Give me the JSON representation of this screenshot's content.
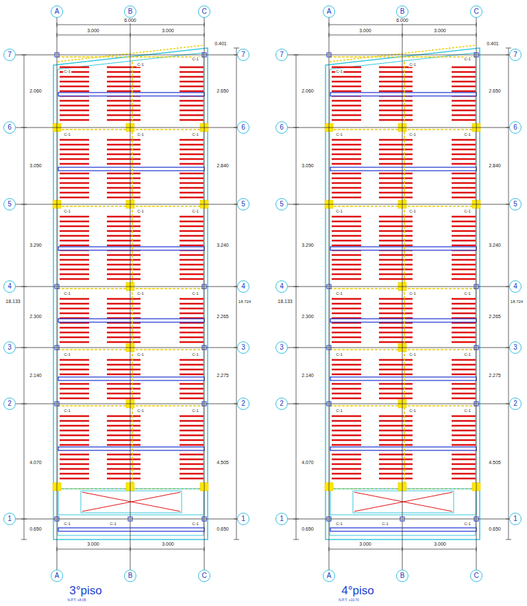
{
  "diagram": {
    "nodes": [
      {
        "text": [
          "A"
        ]
      },
      {
        "text": [
          "B"
        ]
      },
      {
        "text": [
          "C"
        ]
      },
      {
        "text": [
          "7"
        ]
      },
      {
        "text": [
          "6"
        ]
      },
      {
        "text": [
          "5"
        ]
      },
      {
        "text": [
          "4"
        ]
      },
      {
        "text": [
          "3"
        ]
      },
      {
        "text": [
          "2"
        ]
      },
      {
        "text": [
          "1"
        ]
      },
      {
        "text": [
          "7"
        ]
      },
      {
        "text": [
          "6"
        ]
      },
      {
        "text": [
          "5"
        ]
      },
      {
        "text": [
          "4"
        ]
      },
      {
        "text": [
          "3"
        ]
      },
      {
        "text": [
          "2"
        ]
      },
      {
        "text": [
          "1"
        ]
      },
      {
        "text": [
          "A"
        ]
      },
      {
        "text": [
          "B"
        ]
      },
      {
        "text": [
          "C"
        ]
      },
      {
        "text": [
          "A"
        ]
      },
      {
        "text": [
          "B"
        ]
      },
      {
        "text": [
          "C"
        ]
      },
      {
        "text": [
          "7"
        ]
      },
      {
        "text": [
          "6"
        ]
      },
      {
        "text": [
          "5"
        ]
      },
      {
        "text": [
          "4"
        ]
      },
      {
        "text": [
          "3"
        ]
      },
      {
        "text": [
          "2"
        ]
      },
      {
        "text": [
          "1"
        ]
      },
      {
        "text": [
          "7"
        ]
      },
      {
        "text": [
          "6"
        ]
      },
      {
        "text": [
          "5"
        ]
      },
      {
        "text": [
          "4"
        ]
      },
      {
        "text": [
          "3"
        ]
      },
      {
        "text": [
          "2"
        ]
      },
      {
        "text": [
          "1"
        ]
      },
      {
        "text": [
          "A"
        ]
      },
      {
        "text": [
          "B"
        ]
      },
      {
        "text": [
          "C"
        ]
      }
    ],
    "edges": [
      {
        "from": 0,
        "to": 17,
        "arrow": "none"
      },
      {
        "from": 1,
        "to": 18,
        "arrow": "none"
      },
      {
        "from": 2,
        "to": 19,
        "arrow": "none"
      },
      {
        "from": 3,
        "to": 10,
        "arrow": "none"
      },
      {
        "from": 4,
        "to": 11,
        "arrow": "none"
      },
      {
        "from": 5,
        "to": 12,
        "arrow": "none"
      },
      {
        "from": 6,
        "to": 13,
        "arrow": "none"
      },
      {
        "from": 7,
        "to": 14,
        "arrow": "none"
      },
      {
        "from": 8,
        "to": 15,
        "arrow": "none"
      },
      {
        "from": 9,
        "to": 16,
        "arrow": "none"
      },
      {
        "from": 20,
        "to": 37,
        "arrow": "none"
      },
      {
        "from": 21,
        "to": 38,
        "arrow": "none"
      },
      {
        "from": 22,
        "to": 39,
        "arrow": "none"
      },
      {
        "from": 23,
        "to": 30,
        "arrow": "none"
      },
      {
        "from": 24,
        "to": 31,
        "arrow": "none"
      },
      {
        "from": 25,
        "to": 32,
        "arrow": "none"
      },
      {
        "from": 26,
        "to": 33,
        "arrow": "none"
      },
      {
        "from": 27,
        "to": 34,
        "arrow": "none"
      },
      {
        "from": 28,
        "to": 35,
        "arrow": "none"
      },
      {
        "from": 29,
        "to": 36,
        "arrow": "none"
      }
    ],
    "labels": [
      "3°piso",
      "N.P.T. +8.05",
      "6.000",
      "3.000",
      "3.000",
      "0.401",
      "2.060",
      "3.050",
      "3.290",
      "2.300",
      "2.140",
      "4.070",
      "0.650",
      "18.133",
      "2.650",
      "2.840",
      "3.240",
      "2.265",
      "2.275",
      "4.505",
      "0.650",
      "18.724",
      "3.000",
      "3.000",
      "C-1",
      "C-1",
      "C-1",
      "C-1",
      "C-1",
      "C-1",
      "C-1",
      "C-1",
      "C-1",
      "C-1",
      "C-1",
      "C-1",
      "C-1",
      "C-1",
      "C-1",
      "C-1",
      "C-1",
      "C-1",
      "C-1",
      "C-1",
      "C-1",
      "4°piso",
      "N.P.T. +10.70",
      "6.000",
      "3.000",
      "3.000",
      "0.401",
      "2.060",
      "3.050",
      "3.290",
      "2.300",
      "2.140",
      "4.070",
      "0.650",
      "18.133",
      "2.650",
      "2.840",
      "3.240",
      "2.265",
      "2.275",
      "4.505",
      "0.650",
      "18.724",
      "3.000",
      "3.000",
      "C-1",
      "C-1",
      "C-1",
      "C-1",
      "C-1",
      "C-1",
      "C-1",
      "C-1",
      "C-1",
      "C-1",
      "C-1",
      "C-1",
      "C-1",
      "C-1",
      "C-1",
      "C-1",
      "C-1",
      "C-1",
      "C-1",
      "C-1",
      "C-1"
    ]
  }
}
